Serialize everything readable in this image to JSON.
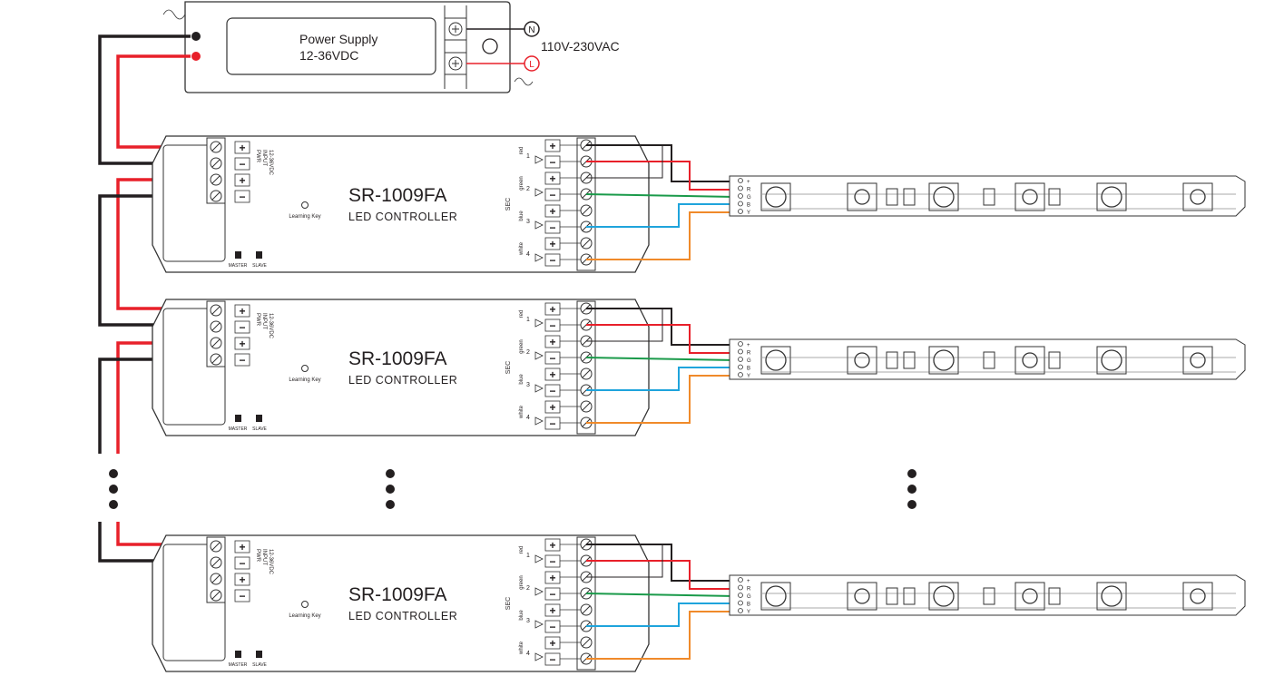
{
  "power_supply": {
    "title": "Power Supply",
    "voltage": "12-36VDC",
    "ac_label": "110V-230VAC",
    "neutral": "N",
    "line": "L"
  },
  "controller": {
    "model": "SR-1009FA",
    "subtitle": "LED CONTROLLER",
    "learning_key": "Learning Key",
    "input_label": "INPUT",
    "input_voltage": "12-36VDC",
    "pwr": "PWR",
    "sec": "SEC",
    "master": "MASTER",
    "slave": "SLAVE",
    "channels": [
      {
        "color": "red",
        "num": "1"
      },
      {
        "color": "green",
        "num": "2"
      },
      {
        "color": "blue",
        "num": "3"
      },
      {
        "color": "white",
        "num": "4"
      }
    ],
    "plus": "+",
    "minus": "−"
  },
  "strip": {
    "pins": [
      "+",
      "R",
      "G",
      "B",
      "Y"
    ]
  },
  "wire_colors": {
    "black": "#231f20",
    "red": "#e8202a",
    "green": "#1a9a4a",
    "blue": "#1fa4dc",
    "orange": "#f08a2a"
  },
  "continuation": "⋮"
}
